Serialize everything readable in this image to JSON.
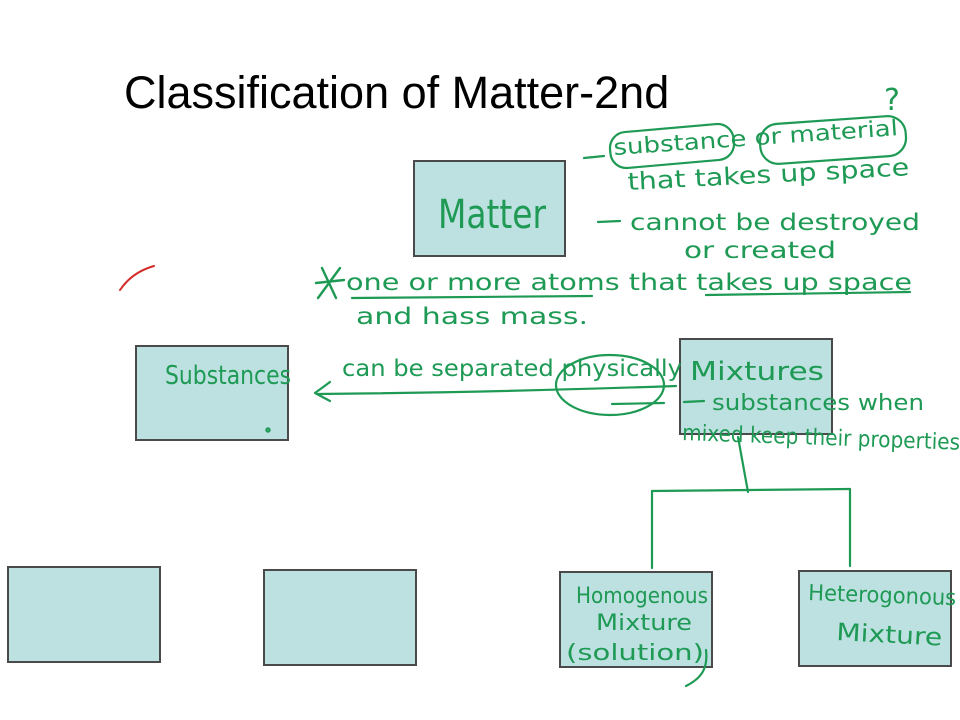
{
  "slide": {
    "title": "Classification of Matter-2nd"
  },
  "colors": {
    "box_fill": "#bde0e0",
    "box_border": "#4a4a4a",
    "ink_green": "#1e9a55",
    "ink_red": "#d42a2a"
  },
  "boxes": {
    "matter": "Matter",
    "substances": "Substances",
    "mixtures": "Mixtures",
    "homogenous_line1": "Homogenous",
    "homogenous_line2": "Mixture",
    "homogenous_line3": "(solution)",
    "heterogenous_line1": "Heterogonous",
    "heterogenous_line2": "Mixture"
  },
  "notes": {
    "question_mark": "?",
    "matter_def_line1": "substance or material",
    "matter_def_line2": "that takes up space",
    "matter_def2_line1": "cannot be destroyed",
    "matter_def2_line2": "or created",
    "atoms_line1": "one or more atoms  that takes up space",
    "atoms_line2": "and hass mass.",
    "separated": "can be separated physically",
    "mixture_def_line1": "substances when",
    "mixture_def_line2": "mixed keep their properties"
  }
}
